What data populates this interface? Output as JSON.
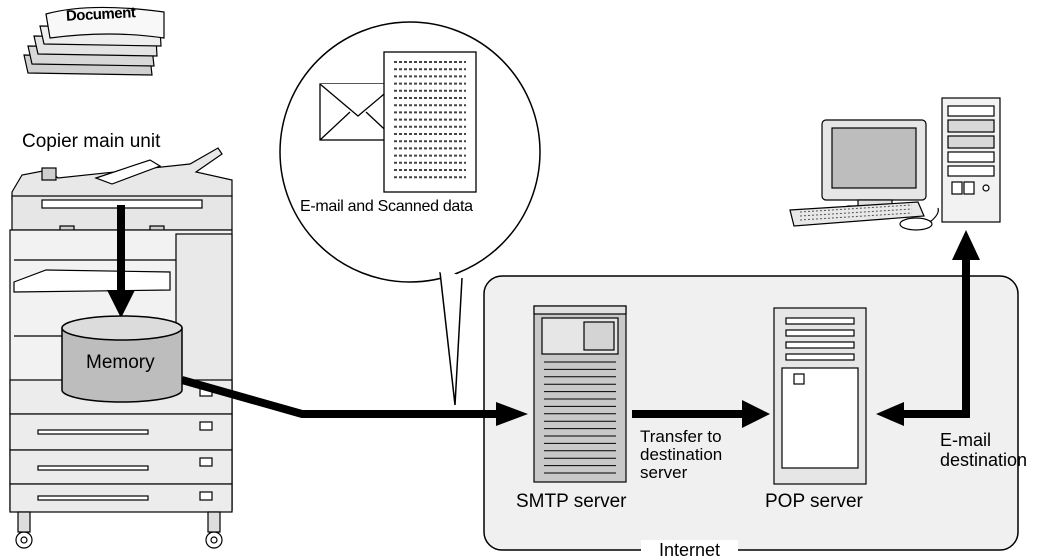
{
  "labels": {
    "document": "Document",
    "copier": "Copier main unit",
    "bubble": "E-mail and Scanned data",
    "memory": "Memory",
    "transfer": "Transfer to\ndestination\nserver",
    "email_destination": "E-mail\ndestination",
    "smtp": "SMTP server",
    "pop": "POP server",
    "internet": "Internet"
  },
  "colors": {
    "line": "#000000",
    "fill_light": "#e6e6e6",
    "fill_mid": "#c8c8c8",
    "fill_dark": "#9a9a9a",
    "panel": "#f0f0f0",
    "screen": "#bdbdbd"
  },
  "icons": [
    "document-stack-icon",
    "copier-icon",
    "envelope-icon",
    "scanned-page-icon",
    "memory-cylinder-icon",
    "smtp-server-icon",
    "pop-server-icon",
    "computer-icon"
  ]
}
